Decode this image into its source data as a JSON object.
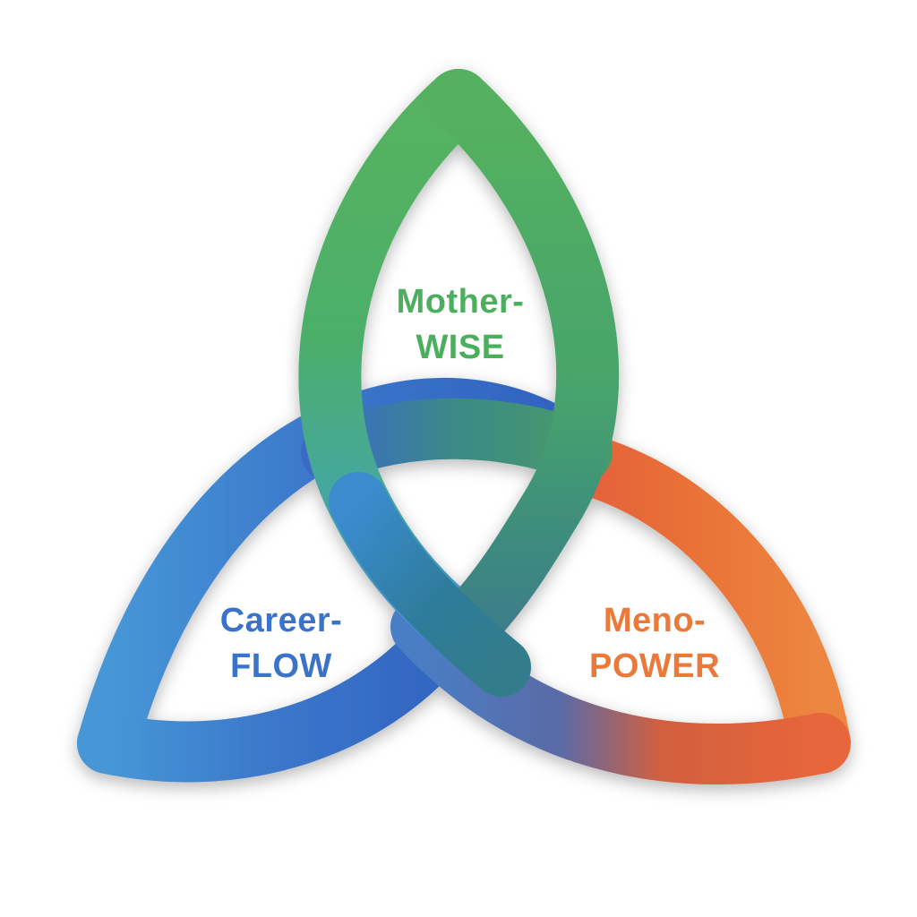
{
  "colors": {
    "green": "#4caf5e",
    "blue": "#3a73c9",
    "light_blue": "#4595d4",
    "orange": "#ea7a3a",
    "teal": "#3c8a86"
  },
  "segments": {
    "top": {
      "line1": "Mother-",
      "line2": "WISE",
      "color": "#4caf5e"
    },
    "left": {
      "line1": "Career-",
      "line2": "FLOW",
      "color": "#3a73c9"
    },
    "right": {
      "line1": "Meno-",
      "line2": "POWER",
      "color": "#ea7a3a"
    }
  }
}
